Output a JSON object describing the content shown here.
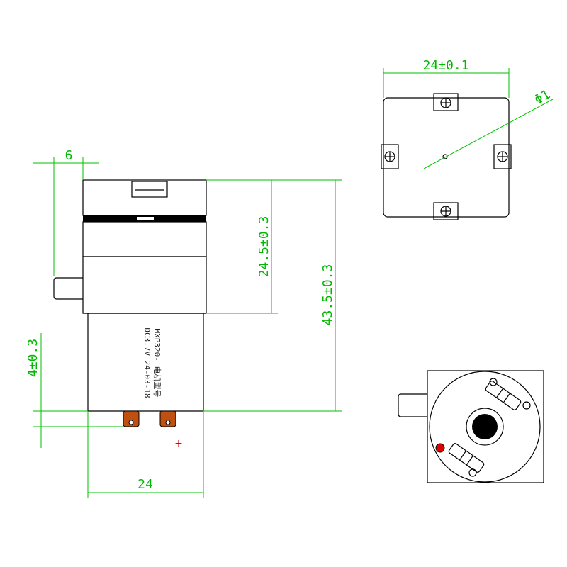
{
  "dimensions": {
    "side_inlet_offset": "6",
    "pump_head_height": "24.5±0.3",
    "total_height": "43.5±0.3",
    "terminal_offset": "4±0.3",
    "body_width": "24",
    "top_width": "24±0.1",
    "hole_diameter": "Φ1"
  },
  "motor_label": {
    "model": "MXP320- 电机型号",
    "spec": "DC3.7V 24-03-18"
  },
  "polarity_mark": "+",
  "colors": {
    "dimension_line": "#00c000",
    "outline": "#000000",
    "positive_terminal": "#e00000",
    "terminal_fill": "#c05010"
  }
}
